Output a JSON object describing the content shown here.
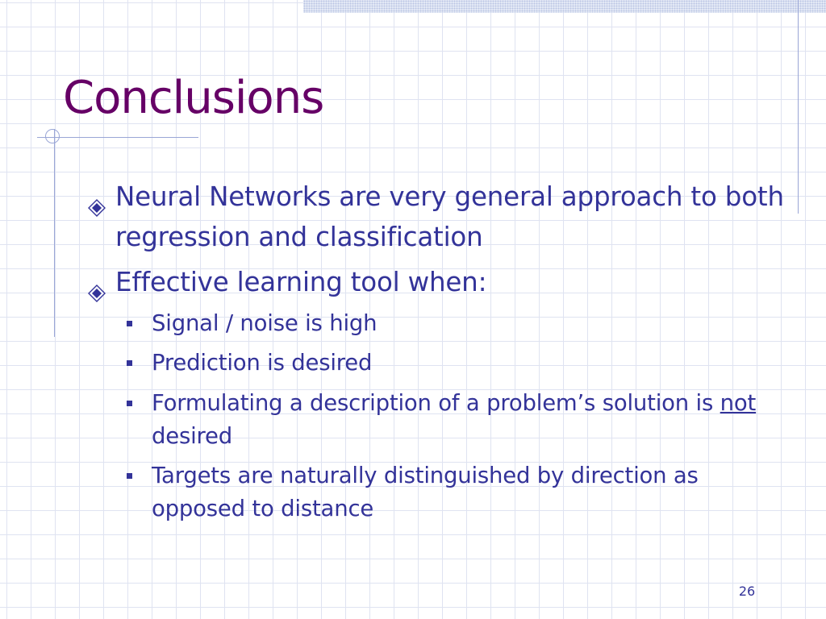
{
  "slide": {
    "title": "Conclusions",
    "bullets": [
      {
        "text": "Neural Networks are very general approach to both regression and classification"
      },
      {
        "text": "Effective learning tool when:"
      }
    ],
    "sub_bullets": [
      {
        "text": "Signal / noise is high"
      },
      {
        "text": "Prediction is desired"
      },
      {
        "text_before": "Formulating a description of a problem’s solution is ",
        "emphasis": "not",
        "text_after": " desired"
      },
      {
        "text": "Targets are naturally distinguished by direction as opposed to distance"
      }
    ],
    "page_number": "26"
  },
  "colors": {
    "title": "#660066",
    "body_text": "#333399",
    "grid": "#dfe3f1"
  },
  "icons": {
    "level1_bullet": "diamond-bullet-icon",
    "level2_bullet": "square-bullet-icon"
  }
}
